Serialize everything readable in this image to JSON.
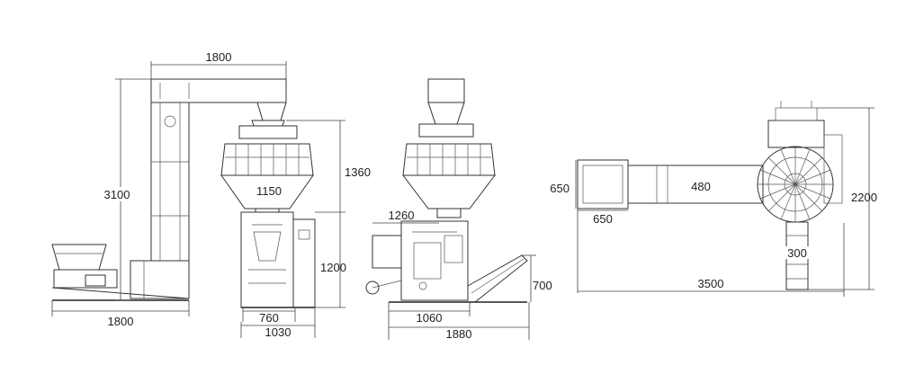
{
  "diagram": {
    "colors": {
      "line": "#333333",
      "background": "#ffffff"
    },
    "front_view": {
      "dims": {
        "top_width": "1800",
        "height_total": "3100",
        "base_width": "1800",
        "weigher_width": "1150",
        "weigher_height": "1360",
        "packer_height": "1200",
        "packer_inner_width": "760",
        "packer_width": "1030"
      }
    },
    "side_view": {
      "dims": {
        "platform_depth": "1260",
        "base_depth": "1060",
        "total_depth": "1880",
        "conveyor_height": "700"
      }
    },
    "top_view": {
      "dims": {
        "bin_height": "650",
        "bin_width": "650",
        "conveyor_width": "480",
        "total_length": "3500",
        "total_depth": "2200",
        "outlet_width": "300"
      }
    }
  }
}
